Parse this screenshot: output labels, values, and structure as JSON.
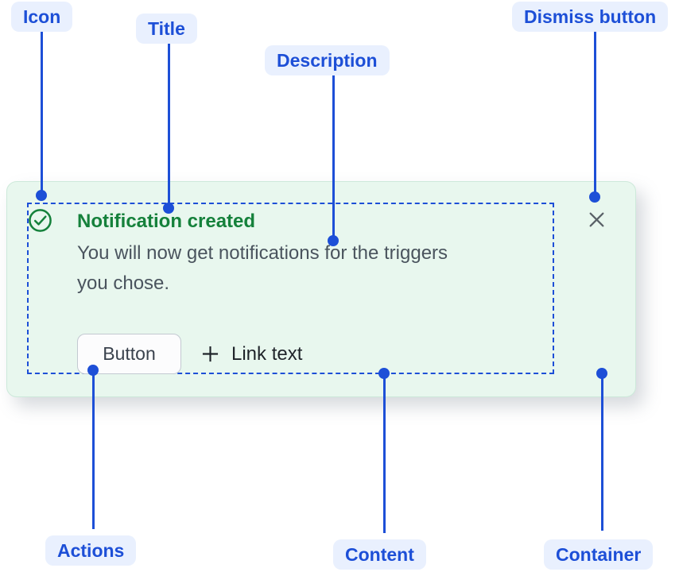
{
  "annotations": {
    "icon": "Icon",
    "title": "Title",
    "description": "Description",
    "dismiss": "Dismiss button",
    "actions": "Actions",
    "content": "Content",
    "container": "Container"
  },
  "flag": {
    "title": "Notification created",
    "description": "You will now get notifications for the triggers you chose.",
    "description_lines": [
      "You will now get notifications for the triggers",
      "you chose."
    ],
    "button_label": "Button",
    "link_label": "Link text",
    "icons": {
      "status": "check-circle-icon",
      "link_prefix": "plus-icon",
      "dismiss": "close-icon"
    }
  },
  "colors": {
    "annotation_blue": "#1D4FD7",
    "annotation_pill_bg": "#E9F0FE",
    "success_green": "#15813B",
    "card_background": "#E8F7EE",
    "card_border": "#CDE9DA",
    "description_text": "#4A545E",
    "action_text": "#1F242A",
    "button_border": "#C3C9D1",
    "dismiss_gray": "#5A6168"
  }
}
